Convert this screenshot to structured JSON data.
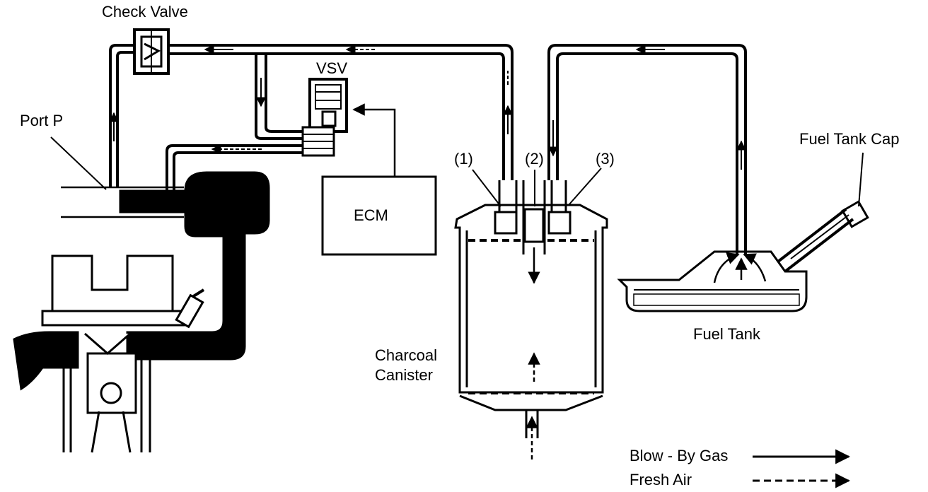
{
  "labels": {
    "check_valve": "Check Valve",
    "vsv": "VSV",
    "port_p": "Port P",
    "ecm": "ECM",
    "port1": "(1)",
    "port2": "(2)",
    "port3": "(3)",
    "fuel_tank_cap": "Fuel Tank Cap",
    "fuel_tank": "Fuel Tank",
    "canister_line1": "Charcoal",
    "canister_line2": "Canister"
  },
  "legend": {
    "blow_by_gas": "Blow - By Gas",
    "fresh_air": "Fresh Air"
  }
}
